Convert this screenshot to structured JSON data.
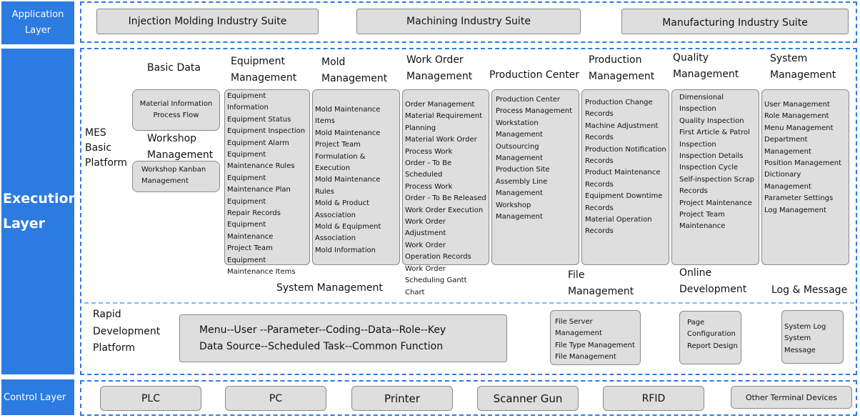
{
  "layers": {
    "application": "Application\nLayer",
    "execution": "Execution\nLayer",
    "control": "Control Layer"
  },
  "suites": [
    "Injection Molding Industry Suite",
    "Machining Industry Suite",
    "Manufacturing Industry Suite"
  ],
  "mes": {
    "label": "MES\nBasic\nPlatform",
    "basic_data": {
      "title": "Basic Data",
      "items": "Material Information\nProcess Flow"
    },
    "workshop": {
      "title": "Workshop\nManagement",
      "items": "Workshop Kanban\nManagement"
    },
    "modules": [
      {
        "title": "Equipment\nManagement",
        "items": "Equipment Information\nEquipment Status\nEquipment Inspection\nEquipment Alarm\nEquipment\nMaintenance Rules\nEquipment\nMaintenance Plan\nEquipment\nRepair Records\nEquipment\nMaintenance\nProject Team\nEquipment\nMaintenance Items"
      },
      {
        "title": "Mold\nManagement",
        "items": "Mold Maintenance\nItems\nMold Maintenance\nProject Team\nFormulation & Execution\nMold Maintenance Rules\nMold & Product\nAssociation\nMold & Equipment\nAssociation\nMold Information"
      },
      {
        "title": "Work Order\nManagement",
        "items": "Order Management\nMaterial Requirement\nPlanning\nMaterial Work Order\nProcess Work\nOrder - To Be Scheduled\nProcess Work\nOrder - To Be Released\nWork Order Execution\nWork Order Adjustment\nWork Order\nOperation Records\nWork Order\nScheduling Gantt Chart"
      },
      {
        "title": "Production Center",
        "items": "Production Center\nProcess Management\nWorkstation\nManagement\nOutsourcing\nManagement\nProduction Site\nAssembly Line\nManagement\nWorkshop Management"
      },
      {
        "title": "Production\nManagement",
        "items": "Production Change\nRecords\nMachine Adjustment\nRecords\nProduction Notification\nRecords\nProduct Maintenance\nRecords\nEquipment Downtime\nRecords\nMaterial Operation\nRecords"
      },
      {
        "title": "Quality\nManagement",
        "items": "Dimensional\nInspection\nQuality Inspection\nFirst Article & Patrol\nInspection\nInspection Details\nInspection Cycle\nSelf-inspection Scrap\nRecords\nProject Maintenance\nProject Team\nMaintenance"
      },
      {
        "title": "System\nManagement",
        "items": "User Management\nRole Management\nMenu Management\nDepartment\nManagement\nPosition Management\nDictionary Management\nParameter Settings\nLog Management"
      }
    ]
  },
  "rdp": {
    "label": "Rapid\nDevelopment\nPlatform",
    "system_management": {
      "title": "System Management",
      "line1": "Menu--User --Parameter--Coding--Data--Role--Key",
      "line2": "Data Source--Scheduled Task--Common Function"
    },
    "file_management": {
      "title": "File\nManagement",
      "items": "File Server Management\nFile Type Management\nFile Management"
    },
    "online_development": {
      "title": "Online\nDevelopment",
      "items": "Page\nConfiguration\nReport Design"
    },
    "log_message": {
      "title": "Log & Message",
      "items": "System Log\nSystem Message"
    }
  },
  "control_devices": [
    "PLC",
    "PC",
    "Printer",
    "Scanner Gun",
    "RFID",
    "Other Terminal Devices"
  ],
  "colors": {
    "layer_blue": "#2b7be0",
    "box_fill": "#dedede",
    "box_border": "#8a8a8a"
  }
}
